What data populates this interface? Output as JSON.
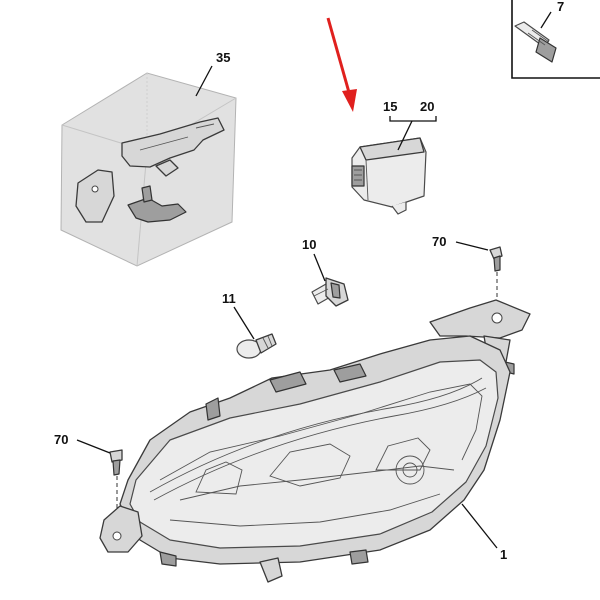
{
  "callouts": {
    "c35": "35",
    "c15": "15",
    "c20": "20",
    "c10": "10",
    "c70a": "70",
    "c11": "11",
    "c70b": "70",
    "c1": "1",
    "c7": "7"
  },
  "colors": {
    "arrow": "#e0201e",
    "box": "#dcdcdc",
    "line": "#111111"
  },
  "icons": [
    "red-pointer-arrow",
    "screw-icon",
    "bulb-icon",
    "bulb-holder-icon"
  ]
}
